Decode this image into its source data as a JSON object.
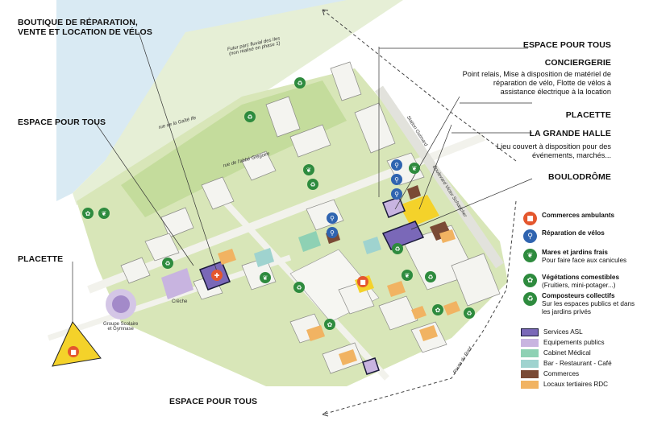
{
  "labels": {
    "boutique": "BOUTIQUE DE RÉPARATION,\nVENTE ET LOCATION DE VÉLOS",
    "espace_top_left": "ESPACE POUR TOUS",
    "placette_left": "PLACETTE",
    "espace_bottom": "ESPACE POUR TOUS",
    "espace_top_right": "ESPACE POUR TOUS",
    "conciergerie_title": "CONCIERGERIE",
    "conciergerie_text": "Point relais, Mise à disposition de matériel de réparation de vélo, Flotte de vélos à assistance électrique à la location",
    "placette_right": "PLACETTE",
    "grande_halle_title": "LA GRANDE HALLE",
    "grande_halle_text": "Lieu couvert à disposition pour des événements, marchés...",
    "boulodrome": "BOULODRÔME"
  },
  "map_text": {
    "futur_parc": "Futur parc fluvial des Iles\n(non réalisé en phase 1)",
    "rue_gaite": "rue de la Gaîté Ife",
    "rue_abbe": "rue de l'abbé Grégoire",
    "station": "Station Guimard",
    "boulevard": "Boulevard Victor Schœlcher",
    "route_pont": "Route du Pont",
    "creche": "Crèche",
    "groupe_scolaire": "Groupe Scolaire\net Gymnase"
  },
  "legend_icons": [
    {
      "name": "commerces-ambulants",
      "icon": "truck-icon",
      "color": "#e4572e",
      "glyph": "🚚",
      "title": "Commerces ambulants",
      "desc": ""
    },
    {
      "name": "reparation-velos",
      "icon": "bike-icon",
      "color": "#2f64b0",
      "glyph": "🚲",
      "title": "Réparation de vélos",
      "desc": ""
    },
    {
      "name": "mares-jardins",
      "icon": "leaf-icon",
      "color": "#2e8b3e",
      "glyph": "❦",
      "title": "Mares et jardins frais",
      "desc": "Pour faire face aux canicules"
    },
    {
      "name": "vegetations",
      "icon": "sprout-icon",
      "color": "#2e8b3e",
      "glyph": "✿",
      "title": "Végétations comestibles",
      "desc": "(Fruitiers, mini-potager...)"
    },
    {
      "name": "composteurs",
      "icon": "recycle-icon",
      "color": "#2e8b3e",
      "glyph": "♻",
      "title": "Composteurs collectifs",
      "desc": "Sur les espaces publics et dans les jardins privés"
    }
  ],
  "legend_swatches": [
    {
      "name": "services-asl",
      "label": "Services ASL",
      "color": "#7a68b8",
      "border": "#1b1b3a"
    },
    {
      "name": "equipements-publics",
      "label": "Equipements  publics",
      "color": "#c8b4e0",
      "border": "#c8b4e0"
    },
    {
      "name": "cabinet-medical",
      "label": "Cabinet Médical",
      "color": "#8ed1b4",
      "border": "#8ed1b4"
    },
    {
      "name": "bar-restaurant",
      "label": "Bar - Restaurant - Café",
      "color": "#9fd3cf",
      "border": "#9fd3cf"
    },
    {
      "name": "commerces",
      "label": "Commerces",
      "color": "#7a4a35",
      "border": "#7a4a35"
    },
    {
      "name": "locaux-tertiaires",
      "label": "Locaux tertiaires RDC",
      "color": "#f1b362",
      "border": "#f1b362"
    }
  ],
  "colors": {
    "river": "#d9eaf3",
    "green": "#d8e6b8",
    "green_dark": "#b9d38f",
    "building": "#f4f4f0",
    "highlight_yellow": "#f4d22a",
    "street": "#eeeeea"
  }
}
